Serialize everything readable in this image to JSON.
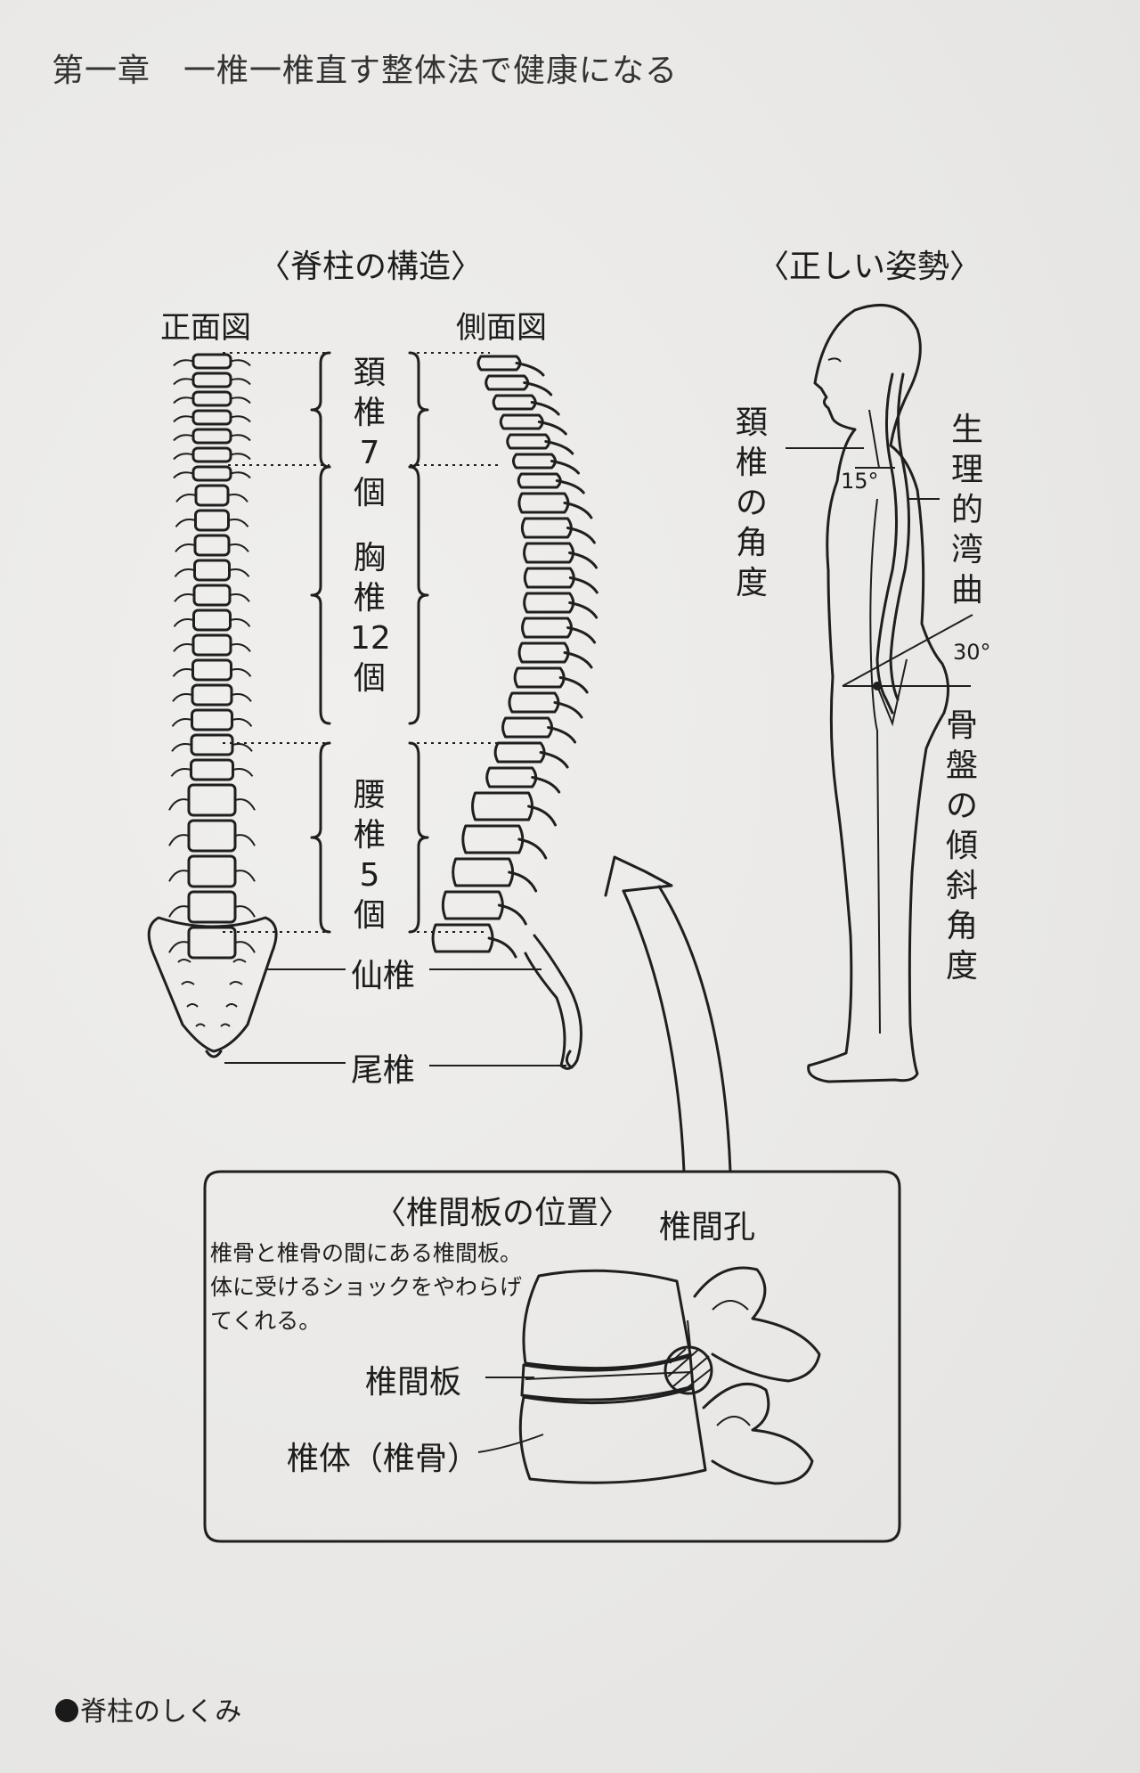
{
  "chapter_title": "第一章　一椎一椎直す整体法で健康になる",
  "spine_structure": {
    "heading": "〈脊柱の構造〉",
    "front_view": "正面図",
    "side_view": "側面図",
    "cervical": [
      "頚",
      "椎",
      "7",
      "個"
    ],
    "thoracic": [
      "胸",
      "椎",
      "12",
      "個"
    ],
    "lumbar": [
      "腰",
      "椎",
      "5",
      "個"
    ],
    "sacrum": "仙椎",
    "coccyx": "尾椎"
  },
  "posture": {
    "heading": "〈正しい姿勢〉",
    "neck_angle_label": [
      "頚",
      "椎",
      "の",
      "角",
      "度"
    ],
    "physiological_curve": [
      "生",
      "理",
      "的",
      "湾",
      "曲"
    ],
    "pelvic_tilt": [
      "骨",
      "盤",
      "の",
      "傾",
      "斜",
      "角",
      "度"
    ],
    "angle_neck": "15°",
    "angle_pelvis": "30°"
  },
  "disc": {
    "heading": "〈椎間板の位置〉",
    "foramen": "椎間孔",
    "note": "椎骨と椎骨の間にある椎間板。体に受けるショックをやわらげてくれる。",
    "disc_label": "椎間板",
    "body_label": "椎体（椎骨）"
  },
  "caption": "脊柱のしくみ"
}
